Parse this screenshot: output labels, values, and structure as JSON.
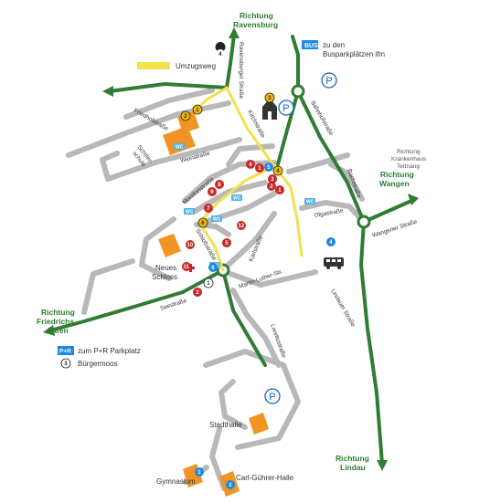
{
  "directions": {
    "north_line1": "Richtung",
    "north_line2": "Ravensburg",
    "east_line1": "Richtung",
    "east_line2": "Wangen",
    "hospital_line1": "Richtung",
    "hospital_line2": "Krankenhaus",
    "hospital_line3": "Tettnang",
    "west_line1": "Richtung",
    "west_line2": "Friedrichs-",
    "west_line3": "hafen",
    "south_line1": "Richtung",
    "south_line2": "Lindau"
  },
  "legend": {
    "bus_badge": "BUS",
    "bus_line1": "zu den",
    "bus_line2": "Busparkplätzen ifm",
    "umzugsweg": "Umzugsweg",
    "pr_badge": "P+R",
    "pr_text": "zum P+R Parkplatz",
    "pr_pin": "3",
    "pr_place": "Bürgermoos"
  },
  "streets": {
    "ravensburger": "Ravensburger Straße",
    "friedhof": "Friedhofstraße",
    "wein": "Weinstraße",
    "montfort": "Montfortstraße",
    "kirch": "Kirchstraße",
    "schloss": "Schloßstraße",
    "karl": "Karlstraße",
    "olga": "Olgastraße",
    "bahnhof": "Bahnhofstraße",
    "bach": "Bachstraße",
    "wangener": "Wangener Straße",
    "lindauer": "Lindauer Straße",
    "martin_luther": "Martin-Luther-Str.",
    "loretto": "Lorettostraße",
    "see": "Seestraße",
    "schiller_line1": "Schiller-",
    "schiller_line2": "schule"
  },
  "places": {
    "neues_schloss_line1": "Neues",
    "neues_schloss_line2": "Schloss",
    "stadthalle": "Stadthalle",
    "gymnasium": "Gymnasium",
    "carl_guehrer": "Carl-Gührer-Halle"
  },
  "parking_symbol": "P",
  "wc_label": "WC",
  "pins": {
    "p_top": "4",
    "p_friedhof_a": "2",
    "p_friedhof_b": "1",
    "p_factory": "3",
    "p_c1": "4",
    "p_c2": "1",
    "p_c3": "5",
    "p_c4": "4",
    "p_c5": "3",
    "p_c6": "2",
    "p_c7": "1",
    "p_c8": "9",
    "p_c9": "8",
    "p_c10": "7",
    "p_c11": "6",
    "p_c12": "10",
    "p_c13": "11",
    "p_c14": "5",
    "p_c15": "12",
    "p_c16": "2",
    "p_c17": "1",
    "p_c18": "6",
    "p_wangen": "4",
    "p_gym": "1",
    "p_hall": "2"
  },
  "colors": {
    "green_route": "#2e7d32",
    "yellow_route": "#f4e04d",
    "street_gray": "#b8b8b8",
    "building_orange": "#f29423",
    "pin_red": "#c62828",
    "pin_blue": "#1e88e5",
    "pin_yellow": "#f5b800",
    "wc_blue": "#4fb3e8",
    "parking_blue": "#1565c0"
  }
}
